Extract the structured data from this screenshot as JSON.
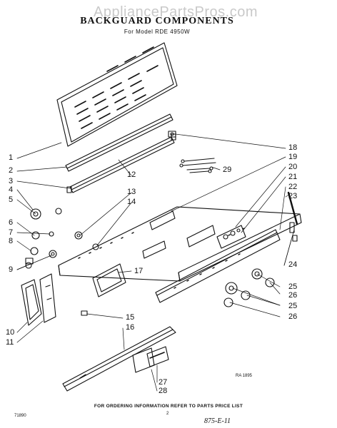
{
  "watermark": "AppliancePartsPros.com",
  "title": "BACKGUARD COMPONENTS",
  "subtitle": "For Model RDE 4950W",
  "drawing_code": "RA 1895",
  "footer_text": "FOR ORDERING INFORMATION REFER TO PARTS PRICE LIST",
  "page_number": "2",
  "left_code": "71890",
  "handwritten_note": "875-E-11",
  "callouts": {
    "c1": "1",
    "c2": "2",
    "c3": "3",
    "c4": "4",
    "c5": "5",
    "c6": "6",
    "c7": "7",
    "c8": "8",
    "c9": "9",
    "c10": "10",
    "c11": "11",
    "c12": "12",
    "c13": "13",
    "c14": "14",
    "c15": "15",
    "c16": "16",
    "c17": "17",
    "c18": "18",
    "c19": "19",
    "c20": "20",
    "c21": "21",
    "c22": "22",
    "c23": "23",
    "c24": "24",
    "c25a": "25",
    "c26a": "26",
    "c25b": "25",
    "c26b": "26",
    "c27": "27",
    "c28": "28",
    "c29": "29"
  }
}
